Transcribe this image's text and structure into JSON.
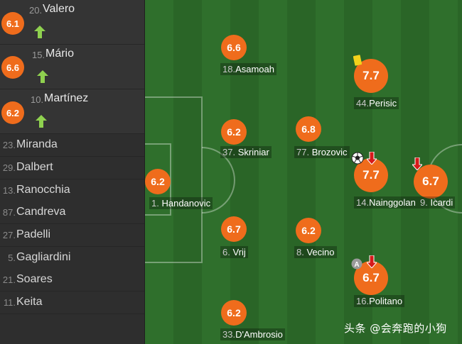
{
  "substitutes": [
    {
      "number": "20.",
      "name": "Valero",
      "rating": "6.1",
      "icon": "sub-in-arrow-icon"
    },
    {
      "number": "15.",
      "name": "Mário",
      "rating": "6.6",
      "icon": "sub-in-arrow-icon"
    },
    {
      "number": "10.",
      "name": "Martínez",
      "rating": "6.2",
      "icon": "sub-in-arrow-icon"
    }
  ],
  "bench": [
    {
      "number": "23.",
      "name": "Miranda"
    },
    {
      "number": "29.",
      "name": "Dalbert"
    },
    {
      "number": "13.",
      "name": "Ranocchia"
    },
    {
      "number": "87.",
      "name": "Candreva"
    },
    {
      "number": "27.",
      "name": "Padelli"
    },
    {
      "number": "5.",
      "name": "Gagliardini"
    },
    {
      "number": "21.",
      "name": "Soares"
    },
    {
      "number": "11.",
      "name": "Keita"
    }
  ],
  "players": [
    {
      "number": "1.",
      "name": "Handanovic",
      "rating": "6.2"
    },
    {
      "number": "33.",
      "name": "D'Ambrosio",
      "rating": "6.2"
    },
    {
      "number": "6.",
      "name": "Vrij",
      "rating": "6.7"
    },
    {
      "number": "37.",
      "name": "Skriniar",
      "rating": "6.2"
    },
    {
      "number": "18.",
      "name": "Asamoah",
      "rating": "6.6"
    },
    {
      "number": "8.",
      "name": "Vecino",
      "rating": "6.2"
    },
    {
      "number": "77.",
      "name": "Brozovic",
      "rating": "6.8"
    },
    {
      "number": "16.",
      "name": "Politano",
      "rating": "6.7"
    },
    {
      "number": "14.",
      "name": "Nainggolan",
      "rating": "7.7"
    },
    {
      "number": "44.",
      "name": "Perisic",
      "rating": "7.7"
    },
    {
      "number": "9.",
      "name": "Icardi",
      "rating": "6.7"
    }
  ],
  "icons": {
    "yellow_card": "yellow-card-icon",
    "goal": "football-goal-icon",
    "assist": "assist-icon",
    "sub_out": "sub-out-arrow-icon"
  },
  "assist_letter": "A",
  "watermark": "头条 @会奔跑的小狗",
  "colors": {
    "rating_bg": "#ef6c1c",
    "pitch_light": "#2f6f2c",
    "pitch_dark": "#2a6527",
    "sub_in": "#8fd14f",
    "sub_out": "#d61a1a",
    "yellow_card": "#f2d21b"
  }
}
